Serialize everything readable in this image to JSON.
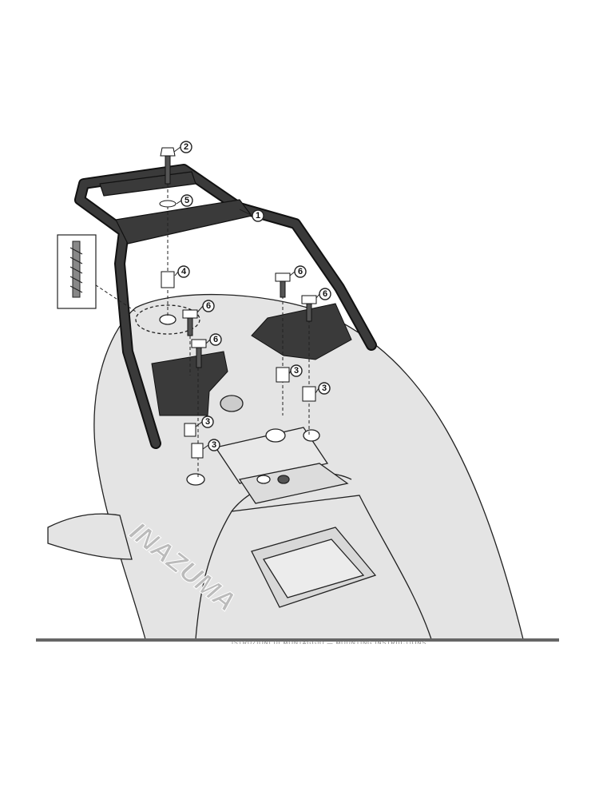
{
  "diagram": {
    "callouts": [
      {
        "label": "2",
        "part": "bolt"
      },
      {
        "label": "5",
        "part": "washer"
      },
      {
        "label": "1",
        "part": "rack"
      },
      {
        "label": "4",
        "part": "spacer"
      },
      {
        "label": "6",
        "part": "bolt"
      },
      {
        "label": "6",
        "part": "bolt"
      },
      {
        "label": "6",
        "part": "bolt"
      },
      {
        "label": "6",
        "part": "bolt"
      },
      {
        "label": "3",
        "part": "spacer"
      },
      {
        "label": "3",
        "part": "spacer"
      },
      {
        "label": "3",
        "part": "spacer"
      },
      {
        "label": "3",
        "part": "spacer"
      }
    ],
    "logo_text": "INAZUMA",
    "footer_text": "ISTRUZIONI DI MONTAGGIO — MOUNTING INSTRUCTIONS"
  },
  "colors": {
    "body": "#e4e4e4",
    "metal": "#3a3a3a",
    "line": "#222222",
    "rule": "#666666"
  }
}
